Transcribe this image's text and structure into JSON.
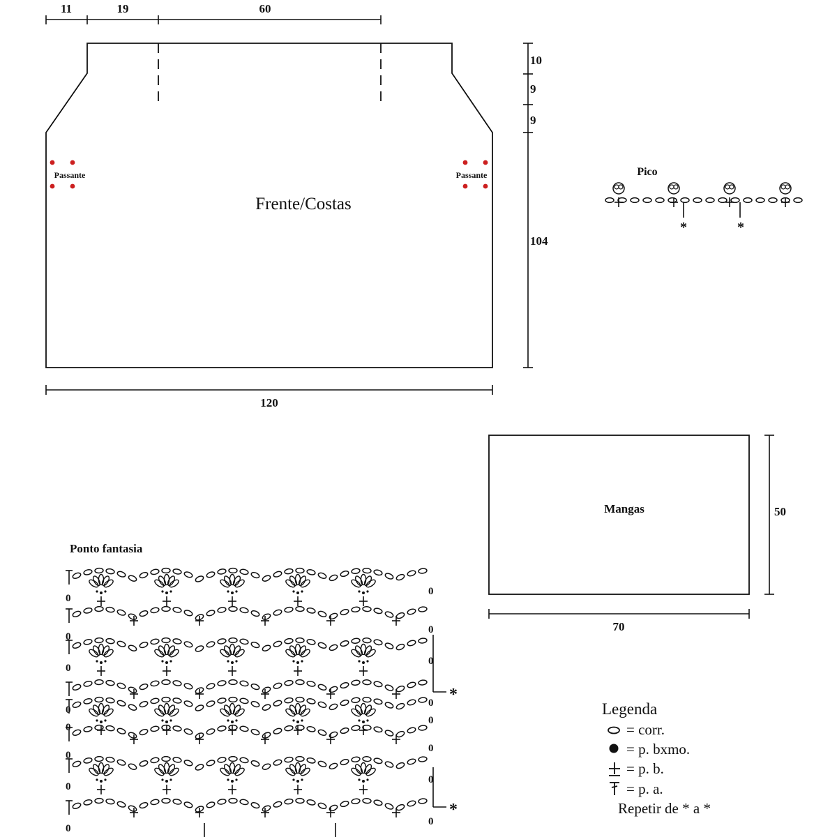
{
  "body_piece": {
    "title": "Frente/Costas",
    "top_dims": [
      "11",
      "19",
      "60"
    ],
    "side_dims": [
      "10",
      "9",
      "9",
      "104"
    ],
    "bottom_dim": "120",
    "loop_label": "Passante"
  },
  "pico": {
    "title": "Pico",
    "marker": "*"
  },
  "sleeve": {
    "title": "Mangas",
    "height_dim": "50",
    "width_dim": "70"
  },
  "stitch_chart": {
    "title": "Ponto fantasia",
    "repeat_marker": "*",
    "row_end_marker": "0"
  },
  "legend": {
    "title": "Legenda",
    "items": [
      {
        "icon": "chain-icon",
        "text": "= corr."
      },
      {
        "icon": "slip-stitch-icon",
        "text": "= p. bxmo."
      },
      {
        "icon": "single-crochet-icon",
        "text": "= p. b."
      },
      {
        "icon": "double-crochet-icon",
        "text": "= p. a."
      }
    ],
    "repeat_note": "Repetir de * a *"
  },
  "colors": {
    "line": "#111111",
    "loop_dots": "#cc1f1f"
  }
}
